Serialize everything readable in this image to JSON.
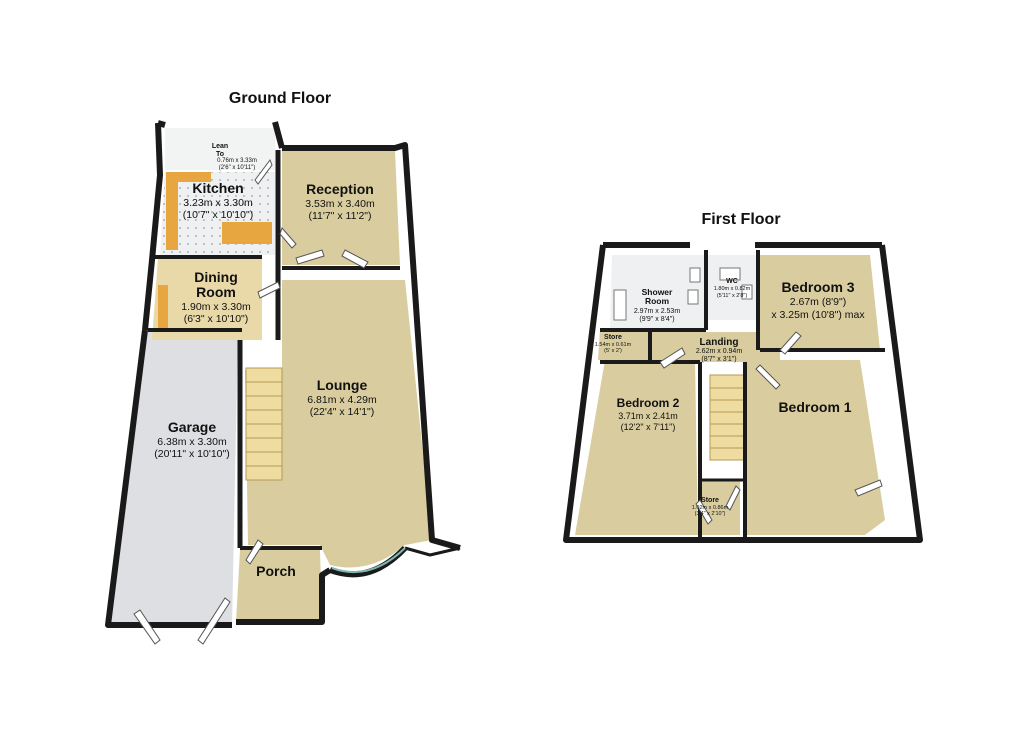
{
  "floors": {
    "ground": {
      "title": "Ground Floor",
      "rooms": {
        "lean_to": {
          "name_l1": "Lean",
          "name_l2": "To",
          "metric": "0.76m x 3.33m",
          "imperial": "(2'6\" x 10'11\")"
        },
        "kitchen": {
          "name": "Kitchen",
          "metric": "3.23m x 3.30m",
          "imperial": "(10'7\" x 10'10\")"
        },
        "reception": {
          "name": "Reception",
          "metric": "3.53m x 3.40m",
          "imperial": "(11'7\" x 11'2\")"
        },
        "dining": {
          "name_l1": "Dining",
          "name_l2": "Room",
          "metric": "1.90m x 3.30m",
          "imperial": "(6'3\" x 10'10\")"
        },
        "lounge": {
          "name": "Lounge",
          "metric": "6.81m x 4.29m",
          "imperial": "(22'4\" x 14'1\")"
        },
        "garage": {
          "name": "Garage",
          "metric": "6.38m x 3.30m",
          "imperial": "(20'11\" x 10'10\")"
        },
        "porch": {
          "name": "Porch"
        }
      }
    },
    "first": {
      "title": "First Floor",
      "rooms": {
        "shower": {
          "name_l1": "Shower",
          "name_l2": "Room",
          "metric": "2.97m x 2.53m",
          "imperial": "(9'9\" x 8'4\")"
        },
        "wc": {
          "name": "WC",
          "metric": "1.80m x 0.82m",
          "imperial": "(5'11\" x 2'8\")"
        },
        "bedroom3": {
          "name": "Bedroom 3",
          "metric": "2.67m (8'9\")",
          "extra": "x 3.25m (10'8\") max"
        },
        "store_a": {
          "name": "Store",
          "metric": "1.54m x 0.61m",
          "imperial": "(5' x 2')"
        },
        "landing": {
          "name": "Landing",
          "metric": "2.62m x 0.94m",
          "imperial": "(8'7\" x 3'1\")"
        },
        "bedroom2": {
          "name": "Bedroom 2",
          "metric": "3.71m x 2.41m",
          "imperial": "(12'2\" x 7'11\")"
        },
        "bedroom1": {
          "name": "Bedroom 1"
        },
        "store_b": {
          "name": "Store",
          "metric": "1.02m x 0.86m",
          "imperial": "(3'4\" x 2'10\")"
        }
      }
    }
  },
  "colors": {
    "wall": "#1a1a1a",
    "carpet": "#d9cda0",
    "garage_floor": "#dedfe3",
    "tile": "#e9ecef",
    "counter": "#e7a640"
  }
}
